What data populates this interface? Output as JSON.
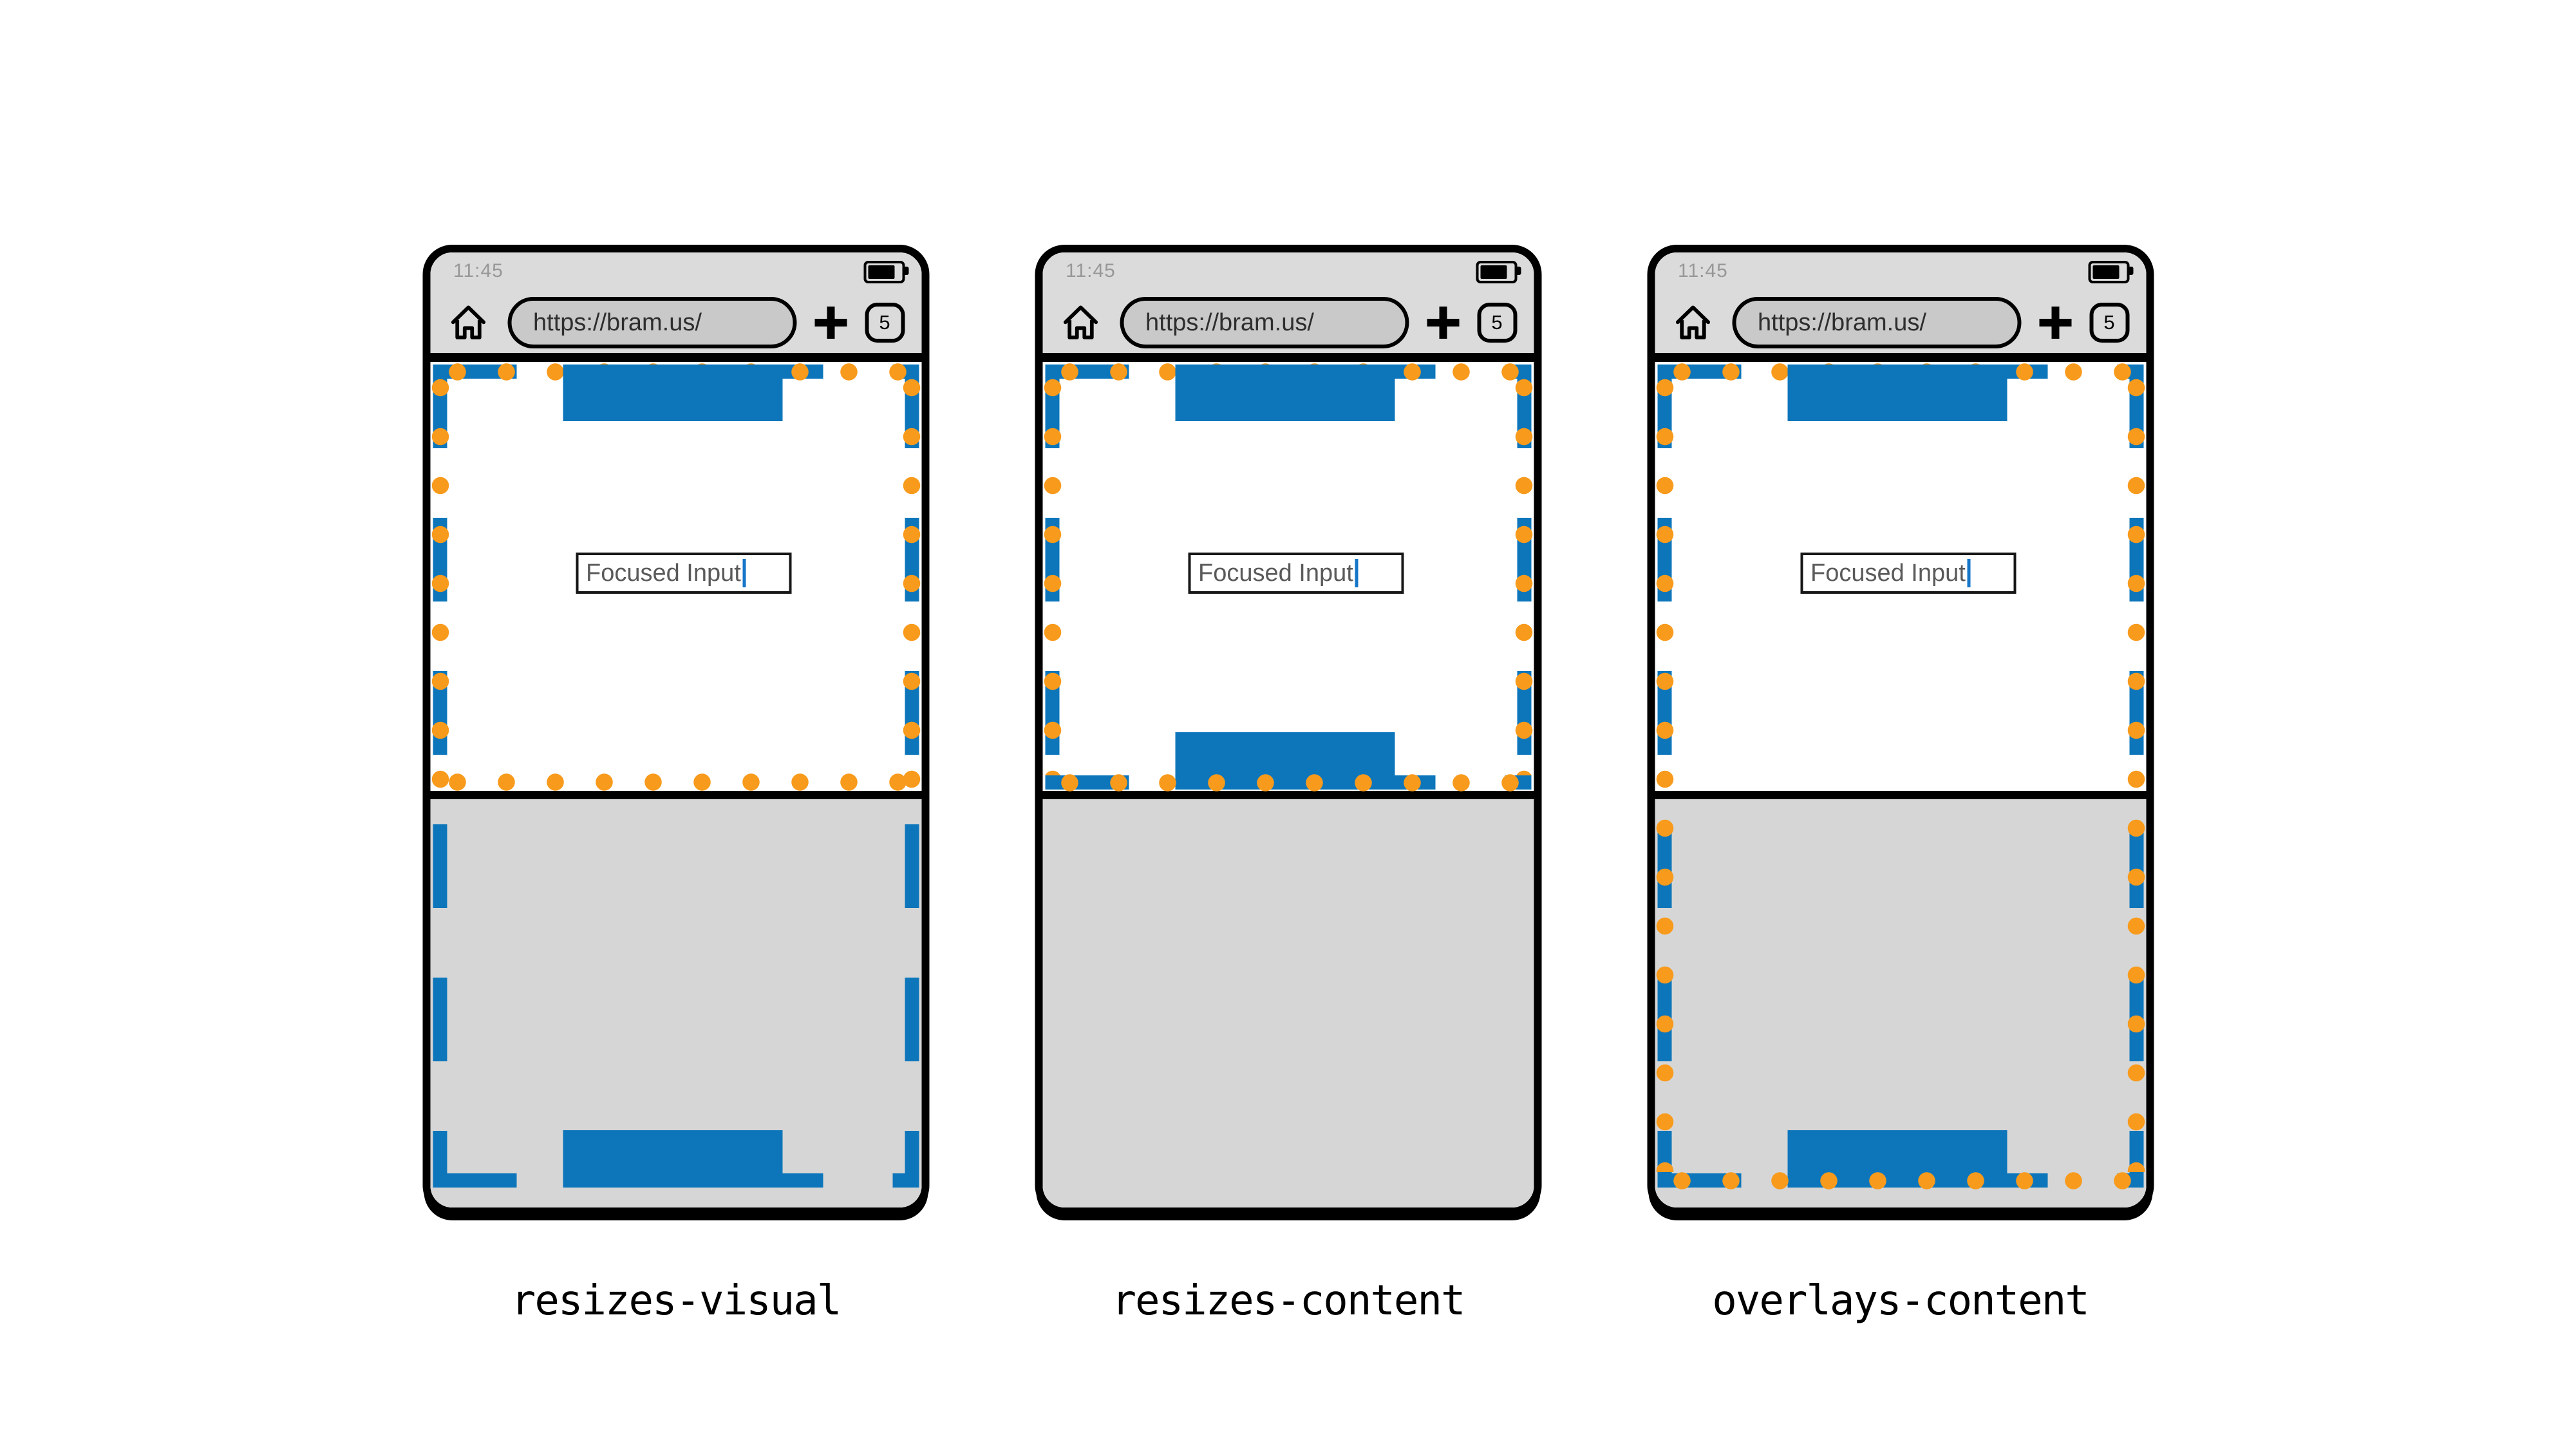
{
  "colors": {
    "viewport_blue": "#0d76bb",
    "dot_orange": "#f89a1b"
  },
  "phones": [
    {
      "caption": "resizes-visual",
      "status_bar": {
        "time": "11:45",
        "battery_icon": "battery-full-icon"
      },
      "browser_bar": {
        "home_icon": "home-icon",
        "url": "https://bram.us/",
        "new_tab_icon": "plus-icon",
        "tab_count": "5"
      },
      "page": {
        "focused_input_value": "Focused Input"
      }
    },
    {
      "caption": "resizes-content",
      "status_bar": {
        "time": "11:45",
        "battery_icon": "battery-full-icon"
      },
      "browser_bar": {
        "home_icon": "home-icon",
        "url": "https://bram.us/",
        "new_tab_icon": "plus-icon",
        "tab_count": "5"
      },
      "page": {
        "focused_input_value": "Focused Input"
      }
    },
    {
      "caption": "overlays-content",
      "status_bar": {
        "time": "11:45",
        "battery_icon": "battery-full-icon"
      },
      "browser_bar": {
        "home_icon": "home-icon",
        "url": "https://bram.us/",
        "new_tab_icon": "plus-icon",
        "tab_count": "5"
      },
      "page": {
        "focused_input_value": "Focused Input"
      }
    }
  ]
}
